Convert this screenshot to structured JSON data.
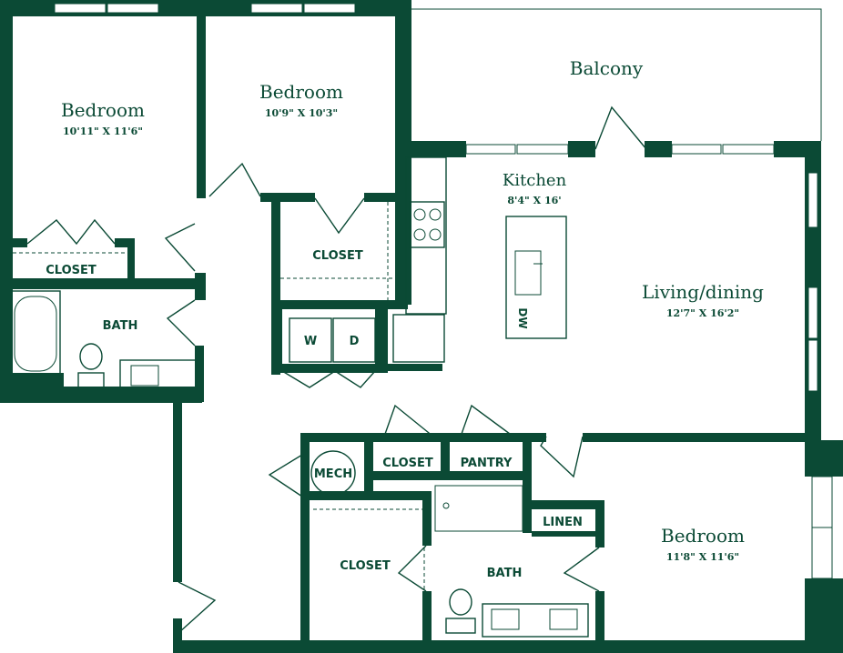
{
  "colors": {
    "wall": "#0b4a35",
    "background": "#ffffff"
  },
  "rooms": {
    "bedroom_1": {
      "name": "Bedroom",
      "dims": "10'11\" X 11'6\""
    },
    "bedroom_2": {
      "name": "Bedroom",
      "dims": "10'9\" X 10'3\""
    },
    "balcony": {
      "name": "Balcony"
    },
    "kitchen": {
      "name": "Kitchen",
      "dims": "8'4\" X 16'"
    },
    "living_dining": {
      "name": "Living/dining",
      "dims": "12'7\" X 16'2\""
    },
    "bedroom_3": {
      "name": "Bedroom",
      "dims": "11'8\" X 11'6\""
    }
  },
  "labels": {
    "closet_bed1": "CLOSET",
    "bath_1": "BATH",
    "closet_bed2": "CLOSET",
    "washer": "W",
    "dryer": "D",
    "dishwasher": "DW",
    "mech": "MECH",
    "closet_hall": "CLOSET",
    "pantry": "PANTRY",
    "linen": "LINEN",
    "closet_master": "CLOSET",
    "bath_2": "BATH"
  }
}
